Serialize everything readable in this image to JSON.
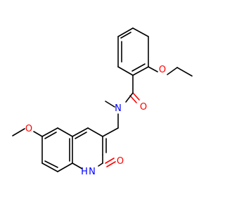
{
  "molecule": {
    "atom_labels": {
      "ether_oxygen_top": "O",
      "carbonyl_oxygen": "O",
      "amide_nitrogen": "N",
      "methoxy_oxygen": "O",
      "lactam_oxygen": "O",
      "ring_nh": "H",
      "ring_n": "N"
    },
    "colors": {
      "bond": "#000000",
      "oxygen": "#ff0000",
      "nitrogen": "#0000ff"
    }
  }
}
